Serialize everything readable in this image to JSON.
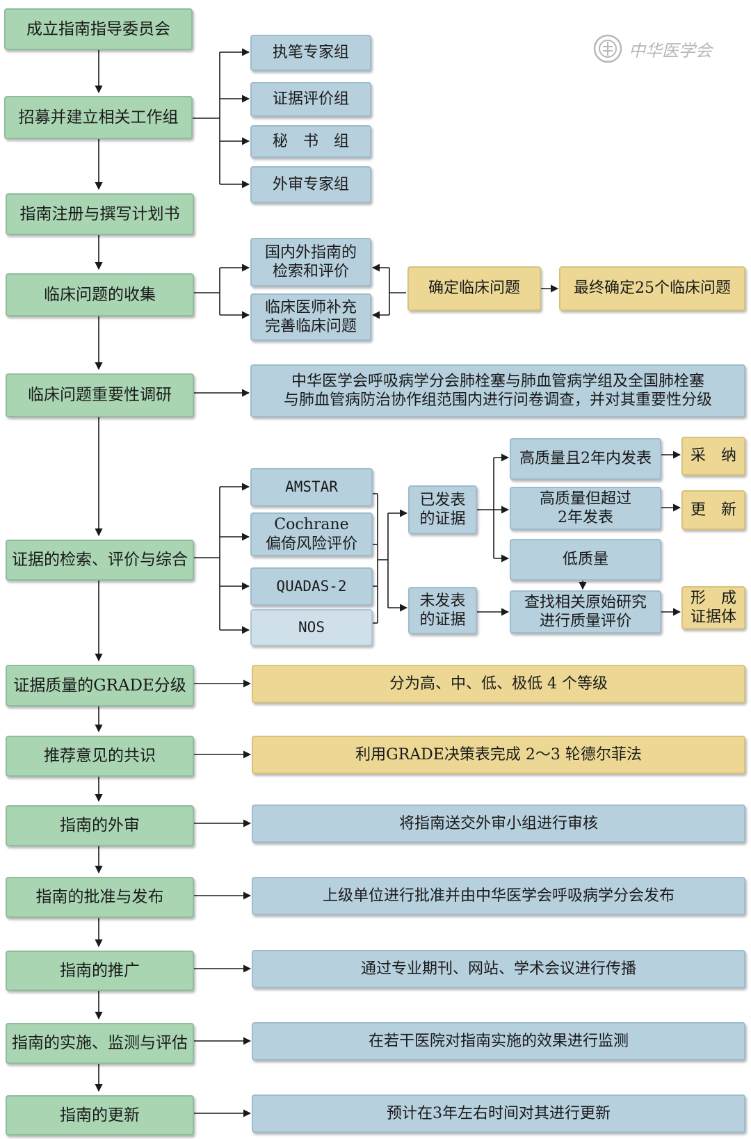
{
  "watermark": {
    "logo": "CMA seal",
    "text": "中华医学会"
  },
  "steps": [
    "成立指南指导委员会",
    "招募并建立相关工作组",
    "指南注册与撰写计划书",
    "临床问题的收集",
    "临床问题重要性调研",
    "证据的检索、评价与综合",
    "证据质量的GRADE分级",
    "推荐意见的共识",
    "指南的外审",
    "指南的批准与发布",
    "指南的推广",
    "指南的实施、监测与评估",
    "指南的更新"
  ],
  "working_groups": [
    "执笔专家组",
    "证据评价组",
    "秘　书　组",
    "外审专家组"
  ],
  "question_sources": [
    "国内外指南的\n检索和评价",
    "临床医师补充\n完善临床问题"
  ],
  "question_flow": [
    "确定临床问题",
    "最终确定25个临床问题"
  ],
  "survey": "中华医学会呼吸病学分会肺栓塞与肺血管病学组及全国肺栓塞\n与肺血管病防治协作组范围内进行问卷调查，并对其重要性分级",
  "tools": [
    "AMSTAR",
    "Cochrane\n偏倚风险评价",
    "QUADAS-2",
    "NOS"
  ],
  "evidence": {
    "published": "已发表\n的证据",
    "unpublished": "未发表\n的证据"
  },
  "quality": [
    "高质量且2年内发表",
    "高质量但超过\n2年发表",
    "低质量",
    "查找相关原始研究\n进行质量评价"
  ],
  "actions": [
    "采　纳",
    "更　新",
    "形　成\n证据体"
  ],
  "details": [
    "分为高、中、低、极低 4 个等级",
    "利用GRADE决策表完成 2～3 轮德尔菲法",
    "将指南送交外审小组进行审核",
    "上级单位进行批准并由中华医学会呼吸病学分会发布",
    "通过专业期刊、网站、学术会议进行传播",
    "在若干医院对指南实施的效果进行监测",
    "预计在3年左右时间对其进行更新"
  ]
}
